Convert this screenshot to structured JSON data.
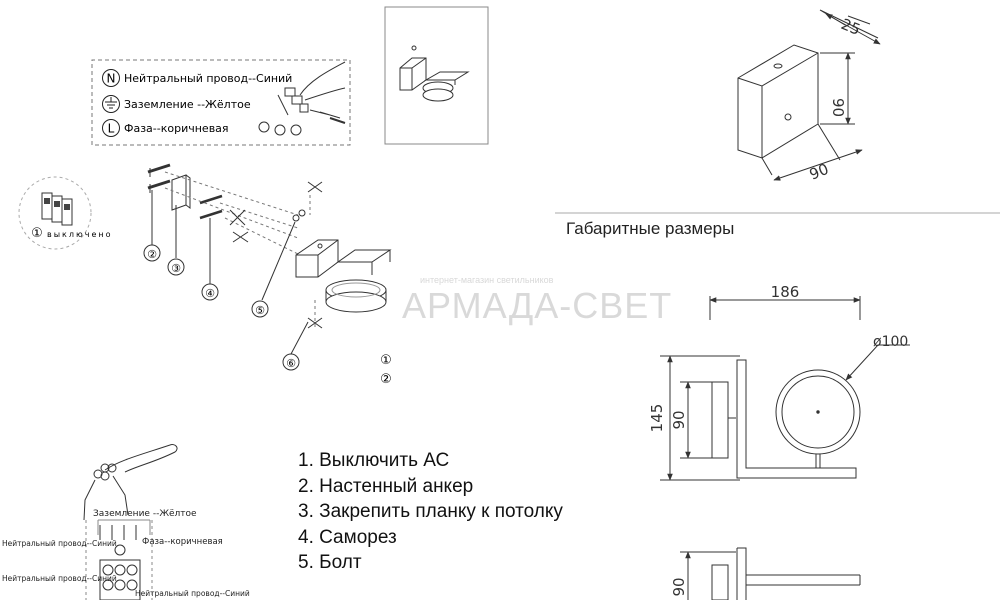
{
  "legend": {
    "neutral_symbol": "N",
    "neutral": "Нейтральный провод--Синий",
    "ground": "Заземление --Жёлтое",
    "phase_symbol": "L",
    "phase": "Фаза--коричневая"
  },
  "breaker": {
    "num": "①",
    "label": "выключено"
  },
  "callouts": [
    "②",
    "③",
    "④",
    "⑤",
    "⑥"
  ],
  "sequence_marks": [
    "①",
    "②"
  ],
  "steps": [
    "1. Выключить АС",
    "2. Настенный анкер",
    "3. Закрепить планку к потолку",
    "4. Саморез",
    "5. Болт"
  ],
  "dimensions": {
    "title": "Габаритные размеры",
    "depth": "25",
    "height_box": "90",
    "width_box": "90",
    "total_width": "186",
    "diameter": "ø100",
    "total_height": "145",
    "base_height": "90",
    "bottom_height": "90"
  },
  "wiring": {
    "ground": "Заземление --Жёлтое",
    "neutral_left": "Нейтральный провод--Синий",
    "phase": "Фаза--коричневая",
    "neutral_bottom": "Нейтральный провод--Синий",
    "neutral_bottom2": "Нейтральный провод--Синий"
  },
  "watermark": {
    "brand": "АРМАДА-СВЕТ",
    "sub": "интернет-магазин светильников"
  }
}
